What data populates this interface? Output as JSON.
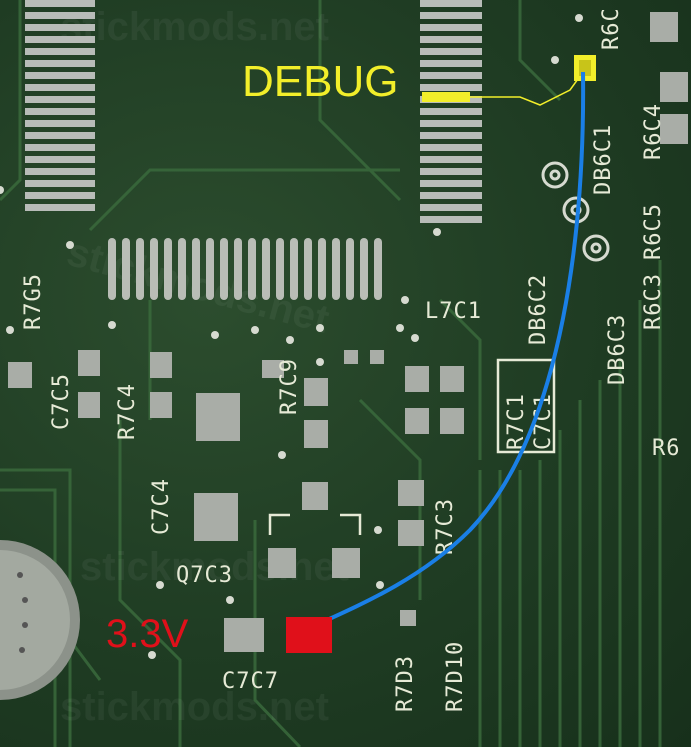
{
  "annotations": {
    "debug_label": "DEBUG",
    "voltage_label": "3.3V",
    "debug_color": "#f2ee2a",
    "voltage_color": "#e0101a",
    "wire_color": "#1a7fe6"
  },
  "silkscreen": {
    "r7g5": "R7G5",
    "c7c5": "C7C5",
    "r7c4": "R7C4",
    "c7c4": "C7C4",
    "r7c9": "R7C9",
    "q7c3": "Q7C3",
    "c7c7": "C7C7",
    "r7d3": "R7D3",
    "r7d10": "R7D10",
    "r7c3": "R7C3",
    "r7c1": "R7C1",
    "c7c1": "C7C1",
    "db6c2": "DB6C2",
    "db6c3": "DB6C3",
    "db6c1": "DB6C1",
    "r6c4": "R6C4",
    "r6c5": "R6C5",
    "r6c3": "R6C3",
    "r6c": "R6C",
    "r6": "R6",
    "l7c1": "L7C1"
  },
  "watermark": "stickmods.net"
}
